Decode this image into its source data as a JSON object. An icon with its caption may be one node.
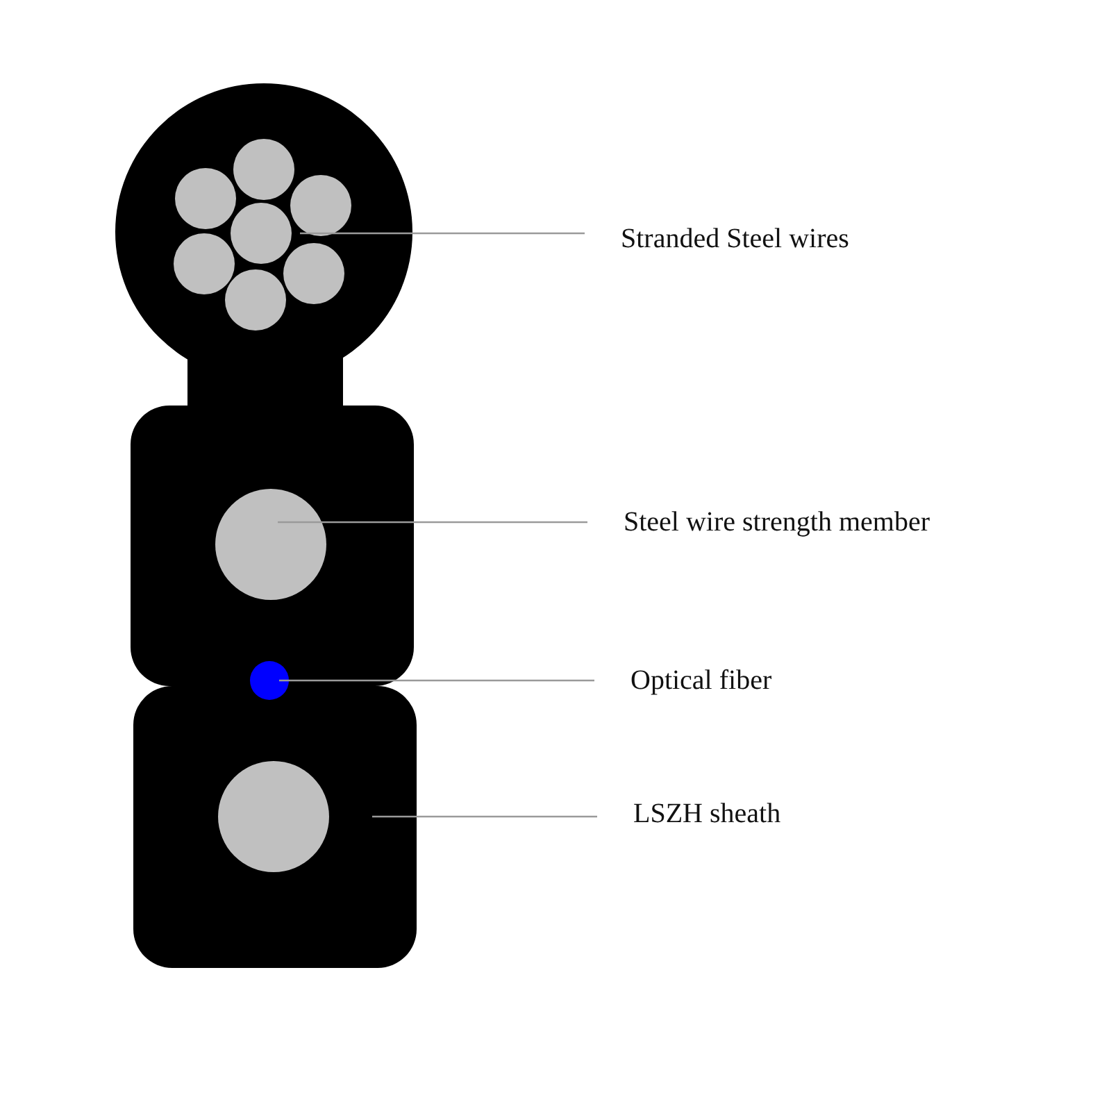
{
  "diagram": {
    "nodes": [
      {
        "text": [],
        "shape": "box"
      },
      {
        "text": [],
        "shape": "circle",
        "in": 0
      },
      {
        "text": [],
        "shape": "circle",
        "in": 0
      },
      {
        "text": [],
        "shape": "circle",
        "in": 0
      },
      {
        "text": [],
        "shape": "circle",
        "in": 0
      },
      {
        "text": [
          "Stranded Steel wires"
        ]
      },
      {
        "text": [
          "Steel wire strength member"
        ]
      },
      {
        "text": [
          "Optical fiber"
        ]
      },
      {
        "text": [
          "LSZH sheath"
        ]
      }
    ],
    "edges": [
      {
        "from": 5,
        "to": 1,
        "arrow": "none"
      },
      {
        "from": 6,
        "to": 2,
        "arrow": "none"
      },
      {
        "from": 7,
        "to": 3,
        "arrow": "none"
      },
      {
        "from": 8,
        "to": 0,
        "arrow": "none"
      }
    ]
  }
}
